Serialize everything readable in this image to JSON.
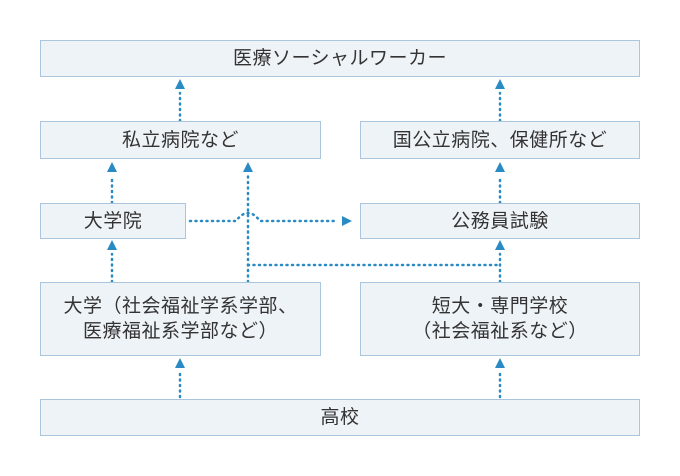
{
  "nodes": {
    "social_worker": "医療ソーシャルワーカー",
    "private_hospital": "私立病院など",
    "public_hospital": "国公立病院、保健所など",
    "graduate_school": "大学院",
    "civil_exam": "公務員試験",
    "university_line1": "大学（社会福祉学系学部、",
    "university_line2": "医療福祉系学部など）",
    "junior_college_line1": "短大・専門学校",
    "junior_college_line2": "（社会福祉系など）",
    "high_school": "高校"
  },
  "colors": {
    "box_fill": "#eef3f8",
    "box_border": "#a9c6de",
    "connector": "#2a8ac4",
    "text": "#333333"
  }
}
